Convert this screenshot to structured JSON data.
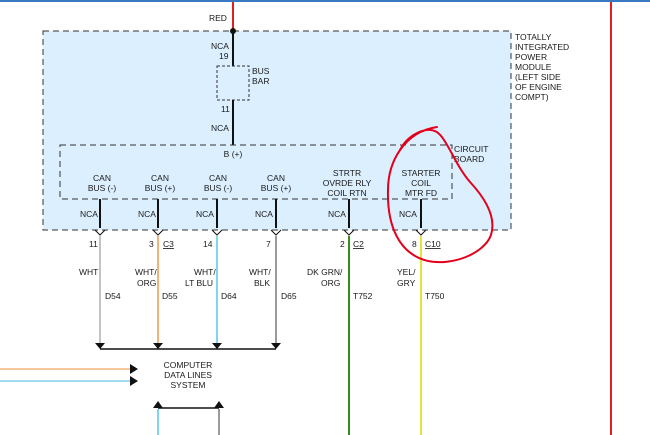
{
  "top_wire": {
    "color_label": "RED"
  },
  "module": {
    "name_lines": [
      "TOTALLY",
      "INTEGRATED",
      "POWER",
      "MODULE",
      "(LEFT SIDE",
      "OF ENGINE",
      "COMPT)"
    ],
    "top_nca": "NCA",
    "top_pin": "19",
    "bus_bar_lines": [
      "BUS",
      "BAR"
    ],
    "bottom_pin": "11",
    "bottom_nca": "NCA",
    "b_plus": "B (+)"
  },
  "circuit_board": {
    "name_lines": [
      "CIRCUIT",
      "BOARD"
    ]
  },
  "pins": [
    {
      "label_lines": [
        "CAN",
        "BUS (-)"
      ],
      "nca": "NCA",
      "pin": "11",
      "connector": "",
      "wire_color_lines": [
        "WHT"
      ],
      "circuit": "D54",
      "wire_hex": "#c4c4c4"
    },
    {
      "label_lines": [
        "CAN",
        "BUS (+)"
      ],
      "nca": "NCA",
      "pin": "3",
      "connector": "C3",
      "wire_color_lines": [
        "WHT/",
        "ORG"
      ],
      "circuit": "D55",
      "wire_hex": "#f0b27a"
    },
    {
      "label_lines": [
        "CAN",
        "BUS (-)"
      ],
      "nca": "NCA",
      "pin": "14",
      "connector": "",
      "wire_color_lines": [
        "WHT/",
        "LT BLU"
      ],
      "circuit": "D64",
      "wire_hex": "#7fd6ea"
    },
    {
      "label_lines": [
        "CAN",
        "BUS (+)"
      ],
      "nca": "NCA",
      "pin": "7",
      "connector": "",
      "wire_color_lines": [
        "WHT/",
        "BLK"
      ],
      "circuit": "D65",
      "wire_hex": "#9a9a9a"
    },
    {
      "label_lines": [
        "STRTR",
        "OVRDE RLY",
        "COIL RTN"
      ],
      "nca": "NCA",
      "pin": "2",
      "connector": "C2",
      "wire_color_lines": [
        "DK GRN/",
        "ORG"
      ],
      "circuit": "T752",
      "wire_hex": "#3a8a1e"
    },
    {
      "label_lines": [
        "STARTER",
        "COIL",
        "MTR FD"
      ],
      "nca": "NCA",
      "pin": "8",
      "connector": "C10",
      "wire_color_lines": [
        "YEL/",
        "GRY"
      ],
      "circuit": "T750",
      "wire_hex": "#e6e23a"
    }
  ],
  "system": {
    "name_lines": [
      "COMPUTER",
      "DATA LINES",
      "SYSTEM"
    ]
  },
  "colors": {
    "module_fill": "#dcefff",
    "outline": "#333333",
    "red_wire": "#e02020",
    "annotation": "#e3001b",
    "left_in_wires": [
      "#f5c79a",
      "#9fdcef"
    ],
    "bottom_wires": [
      "#7fd6ea",
      "#9a9a9a"
    ]
  }
}
